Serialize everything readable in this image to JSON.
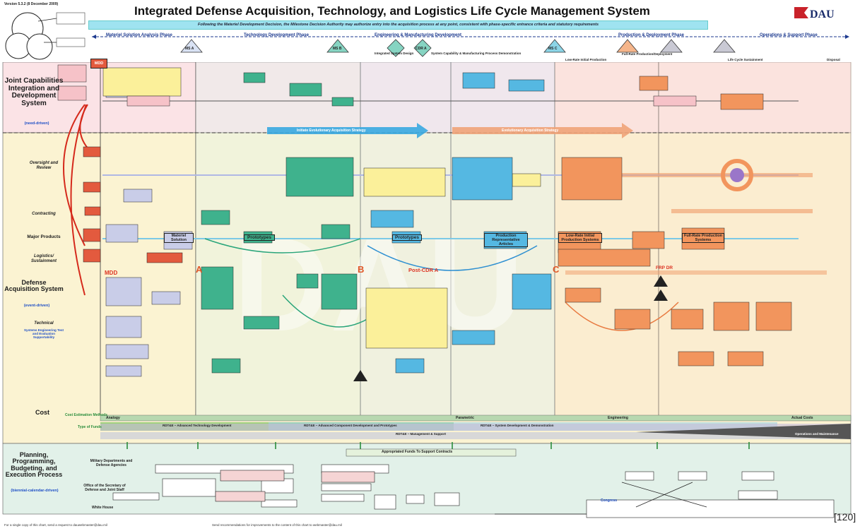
{
  "version": "Version 5.3.2 (8 December 2009)",
  "title": "Integrated Defense Acquisition, Technology, and Logistics Life Cycle Management System",
  "logo_text": "DAU",
  "banner": "Following the Materiel Development Decision, the Milestone Decision Authority may authorize entry into the acquisition process at any point, consistent with phase-specific entrance criteria and statutory requirements",
  "phases": {
    "msa": "Materiel Solution Analysis Phase",
    "td": "Technology Development Phase",
    "emd": "Engineering & Manufacturing Development",
    "pd": "Production & Deployment Phase",
    "os": "Operations & Support Phase"
  },
  "milestones": {
    "mdd": "MDD",
    "ms_a": "MS A",
    "ms_b": "MS B",
    "ms_c": "MS C",
    "cdr_a": "CDR A",
    "frp": "FRP DR"
  },
  "sub_phase_labels": {
    "isd": "Integrated System Design",
    "scmpd": "System Capability & Manufacturing Process Demonstration",
    "lrip": "Low-Rate Initial Production",
    "frpd": "Full-Rate Production/Deployment",
    "lcs": "Life Cycle Sustainment",
    "disposal": "Disposal"
  },
  "row_labels": {
    "jcids": "Joint Capabilities Integration and Development System",
    "jcids_sub": "(need-driven)",
    "oversight": "Oversight and Review",
    "contracting": "Contracting",
    "major_products": "Major Products",
    "logistics": "Logistics/ Sustainment",
    "das": "Defense Acquisition System",
    "das_sub": "(event-driven)",
    "technical": "Technical",
    "technical_sub": "Systems Engineering Test and Evaluation Supportability",
    "cost": "Cost",
    "ppbe": "Planning, Programming, Budgeting, and Execution Process",
    "ppbe_sub": "(biennial-calendar-driven)"
  },
  "strategy": {
    "initiate": "Initiate Evolutionary Acquisition Strategy",
    "evolutionary": "Evolutionary Acquisition Strategy"
  },
  "products": {
    "prototypes": "Prototypes",
    "prototypes2": "Prototypes",
    "materiel_solution": "Materiel Solution",
    "pra": "Production Representative Articles",
    "lrip_sys": "Low-Rate Initial Production Systems",
    "frp_sys": "Full-Rate Production Systems",
    "post_cdr": "Post-CDR A"
  },
  "tech_markers": [
    "A",
    "B",
    "C"
  ],
  "cost_labels": {
    "method": "Cost Estimation Methods",
    "funds": "Type of Funds",
    "analogy": "Analogy",
    "parametric": "Parametric",
    "engineering": "Engineering",
    "actual": "Actual Costs"
  },
  "rdte": {
    "atd": "RDT&E – Advanced Technology Development",
    "acd": "RDT&E – Advanced Component Development and Prototypes",
    "sdd": "RDT&E – System Development & Demonstration",
    "mgmt": "RDT&E – Management & Support",
    "om": "Operations and Maintenance"
  },
  "appropriated": "Appropriated Funds To Support Contracts",
  "ppbe_cols": {
    "military": "Military Departments and Defense Agencies",
    "osd": "Office of the Secretary of Defense and Joint Staff",
    "wh": "White House",
    "congress": "Congress"
  },
  "footer1": "For a single copy of this chart, send a request to dauwebmaster@dau.mil",
  "footer2": "Send recommendations for improvements to the content of this chart to webmaster@dau.mil",
  "page_number": "[120]"
}
